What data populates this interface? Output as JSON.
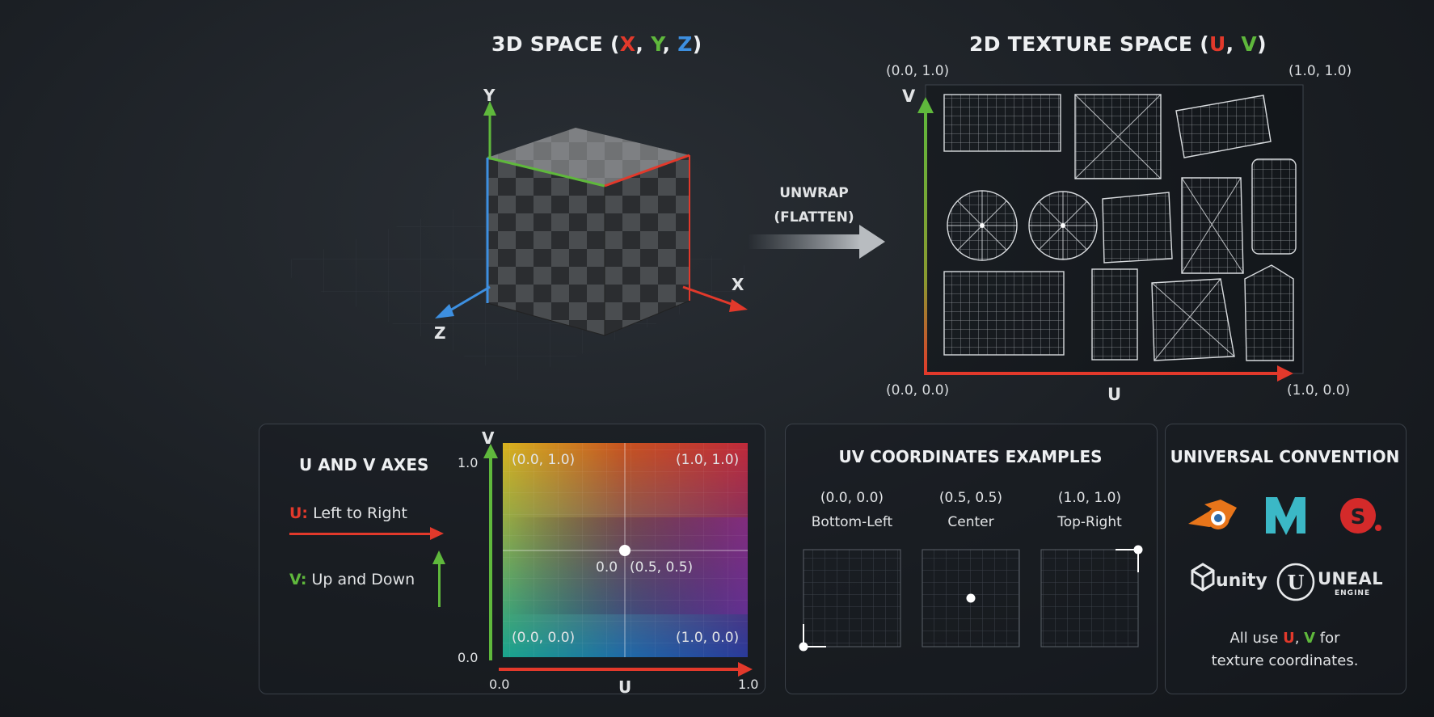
{
  "top_left": {
    "title_prefix": "3D SPACE (",
    "title_x": "X",
    "sep1": ", ",
    "title_y": "Y",
    "sep2": ", ",
    "title_z": "Z",
    "title_suffix": ")",
    "axis_y": "Y",
    "axis_x": "X",
    "axis_z": "Z"
  },
  "arrow": {
    "line1": "UNWRAP",
    "line2": "(FLATTEN)"
  },
  "top_right": {
    "title_prefix": "2D TEXTURE SPACE (",
    "title_u": "U",
    "sep": ", ",
    "title_v": "V",
    "title_suffix": ")",
    "corner_tl": "(0.0, 1.0)",
    "corner_tr": "(1.0, 1.0)",
    "corner_bl": "(0.0, 0.0)",
    "corner_br": "(1.0, 0.0)",
    "axis_u": "U",
    "axis_v": "V"
  },
  "uv_axes": {
    "title": "U AND V AXES",
    "u_key": "U:",
    "u_desc": " Left to Right",
    "v_key": "V:",
    "v_desc": " Up and Down",
    "axis_v": "V",
    "axis_u": "U",
    "tick_v_top": "1.0",
    "tick_v_bottom": "0.0",
    "tick_u_left": "0.0",
    "tick_u_right": "1.0",
    "grid_tl": "(0.0, 1.0)",
    "grid_tr": "(1.0, 1.0)",
    "grid_bl": "(0.0, 0.0)",
    "grid_br": "(1.0, 0.0)",
    "center_left": "0.0",
    "center_right": "(0.5, 0.5)"
  },
  "examples": {
    "title": "UV COORDINATES EXAMPLES",
    "items": [
      {
        "coord": "(0.0, 0.0)",
        "name": "Bottom-Left",
        "u": 0.0,
        "v": 0.0
      },
      {
        "coord": "(0.5, 0.5)",
        "name": "Center",
        "u": 0.5,
        "v": 0.5
      },
      {
        "coord": "(1.0, 1.0)",
        "name": "Top-Right",
        "u": 1.0,
        "v": 1.0
      }
    ]
  },
  "convention": {
    "title": "UNIVERSAL CONVENTION",
    "logos": [
      "blender-logo",
      "maya-logo",
      "substance-logo",
      "unity-logo",
      "unreal-logo"
    ],
    "unity_text": "unity",
    "unreal_text": "UNEAL",
    "unreal_sub": "ENGINE",
    "note_prefix": "All use ",
    "note_u": "U",
    "note_sep": ", ",
    "note_v": "V",
    "note_suffix": " for",
    "note_line2": "texture coordinates."
  },
  "colors": {
    "red": "#e2392b",
    "green": "#5fb83c",
    "blue": "#3d8fe0"
  }
}
